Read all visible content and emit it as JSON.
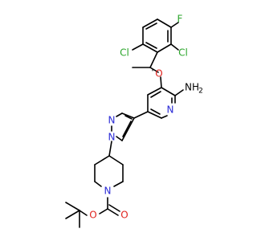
{
  "atoms": {
    "f": "F",
    "cl_left": "Cl",
    "cl_right": "Cl",
    "o_ether": "O",
    "nh2": "NH",
    "nh2_sub": "2",
    "n_pyridine": "N",
    "n_pyrazole_top": "N",
    "n_pyrazole_bottom": "N",
    "n_piperidine": "N",
    "o_carbonyl": "O",
    "o_ester": "O"
  },
  "colors": {
    "carbon": "#000000",
    "nitrogen": "#2b2bd6",
    "oxygen": "#e0231e",
    "halogen": "#2aa52a"
  }
}
